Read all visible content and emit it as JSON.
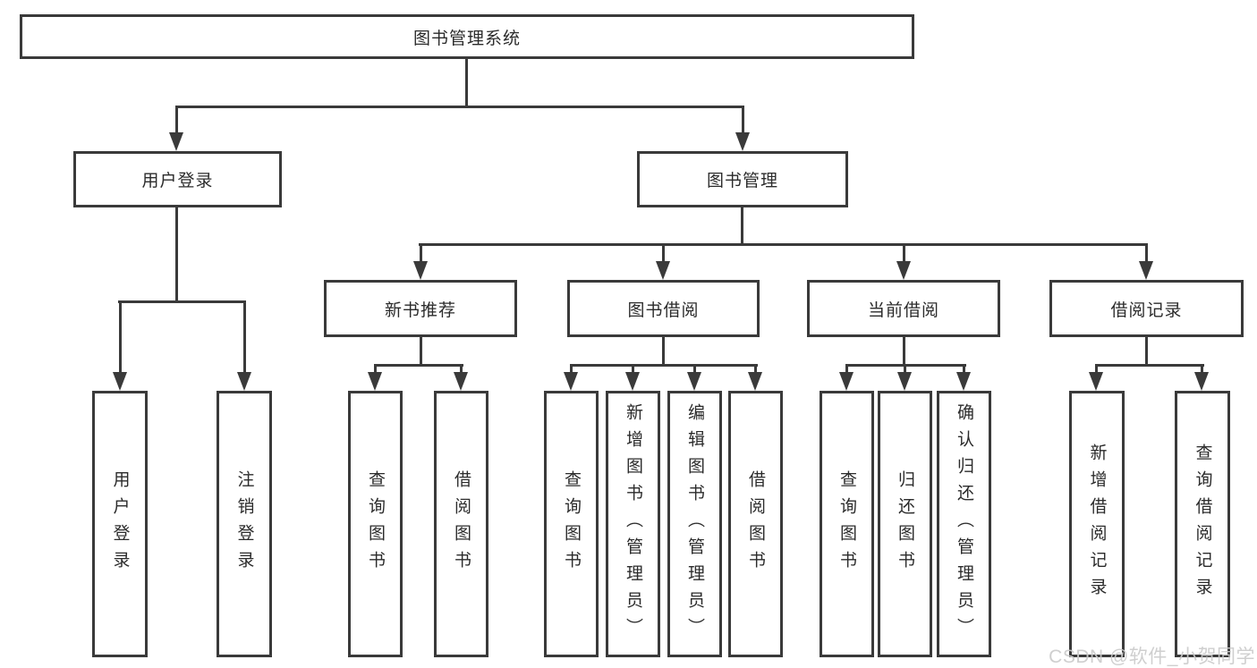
{
  "diagram": {
    "title": "图书管理系统",
    "level2": {
      "user_login": "用户登录",
      "book_management": "图书管理"
    },
    "level3": {
      "new_book_recommend": "新书推荐",
      "book_borrow": "图书借阅",
      "current_borrow": "当前借阅",
      "borrow_record": "借阅记录"
    },
    "leaves": {
      "user_login": "用户登录",
      "logout": "注销登录",
      "query_book_1": "查询图书",
      "borrow_book_1": "借阅图书",
      "query_book_2": "查询图书",
      "add_book_admin": "新增图书（管理员）",
      "edit_book_admin": "编辑图书（管理员）",
      "borrow_book_2": "借阅图书",
      "query_book_3": "查询图书",
      "return_book": "归还图书",
      "confirm_return_admin": "确认归还（管理员）",
      "add_borrow_record": "新增借阅记录",
      "query_borrow_record": "查询借阅记录"
    },
    "watermark": "CSDN @软件_小贺同学",
    "colors": {
      "line": "#3a3a3a",
      "text": "#2b2b2b",
      "watermark": "#cbcbcb",
      "background": "#ffffff"
    }
  }
}
